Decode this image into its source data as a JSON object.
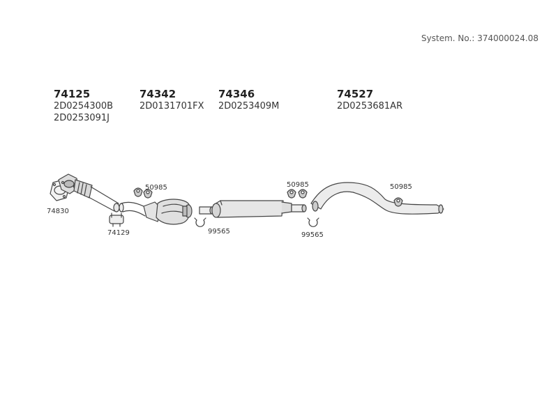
{
  "header": {
    "system_no": "System. No.: 374000024.08"
  },
  "parts": [
    {
      "number": "74125",
      "refs": [
        "2D0254300B",
        "2D0253091J"
      ]
    },
    {
      "number": "74342",
      "refs": [
        "2D0131701FX"
      ]
    },
    {
      "number": "74346",
      "refs": [
        "2D0253409M"
      ]
    },
    {
      "number": "74527",
      "refs": [
        "2D0253681AR"
      ]
    }
  ],
  "labels": {
    "gasket": "74830",
    "clamp_sleeve": "74129",
    "hanger_front": "50985",
    "hanger_mid": "50985",
    "hanger_rear": "50985",
    "clamp_front": "99565",
    "clamp_rear": "99565"
  },
  "colors": {
    "line": "#444444",
    "fill": "#e0e0e0",
    "shade": "#bbbbbb"
  }
}
